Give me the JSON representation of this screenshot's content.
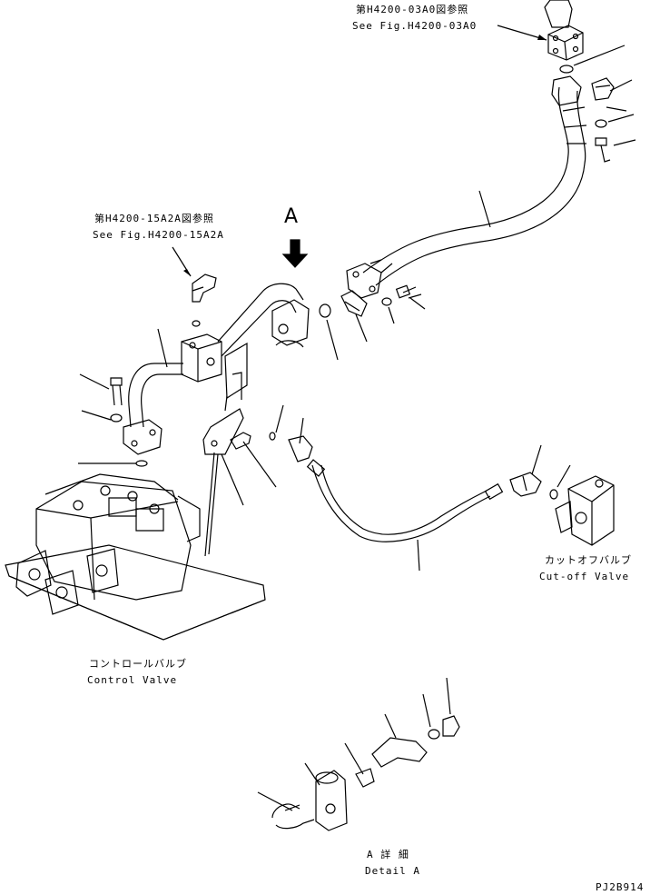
{
  "references": {
    "top_right_jp": "第H4200-03A0図参照",
    "top_right_en": "See Fig.H4200-03A0",
    "mid_left_jp": "第H4200-15A2A図参照",
    "mid_left_en": "See Fig.H4200-15A2A"
  },
  "view_marker": "A",
  "components": {
    "control_valve_jp": "コントロールバルブ",
    "control_valve_en": "Control Valve",
    "cutoff_valve_jp": "カットオフバルブ",
    "cutoff_valve_en": "Cut-off Valve"
  },
  "detail": {
    "jp": "A 詳 細",
    "en": "Detail A"
  },
  "drawing_code": "PJ2B914"
}
